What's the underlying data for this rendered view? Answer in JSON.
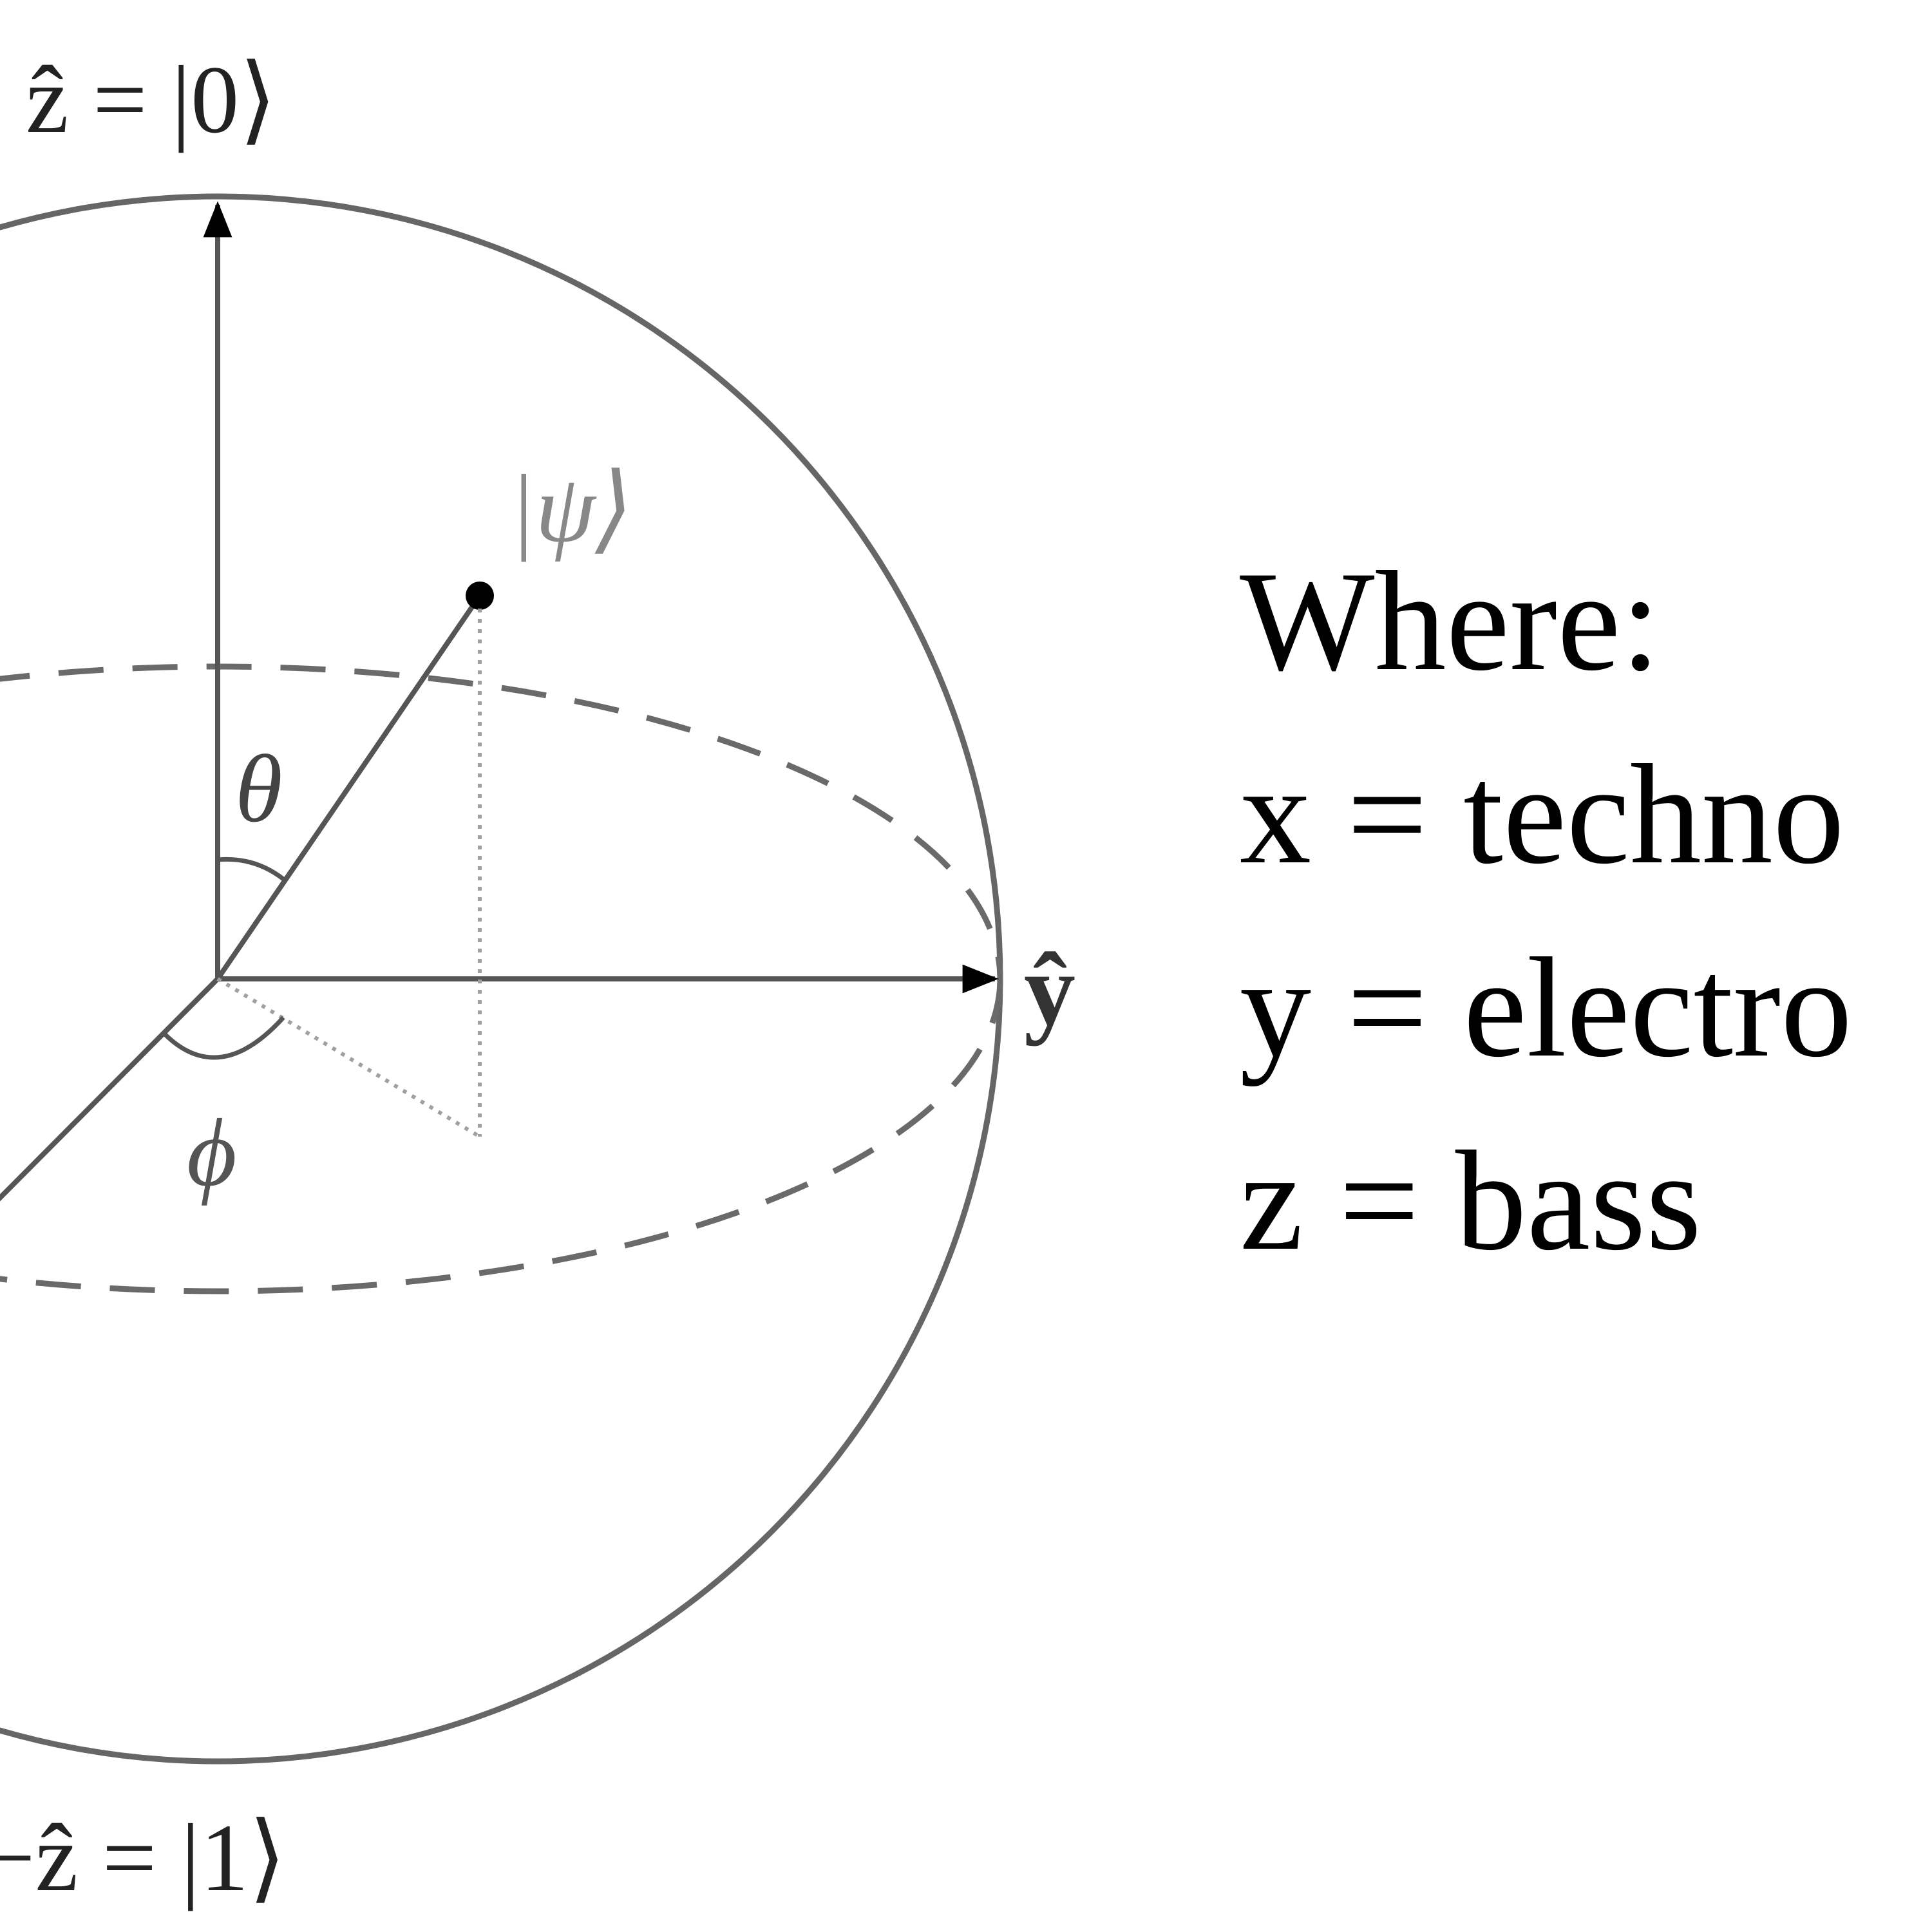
{
  "diagram": {
    "top_label": "ẑ = |0⟩",
    "bottom_label": "−ẑ = |1⟩",
    "y_label": "ŷ",
    "psi_label": "|ψ⟩",
    "theta_label": "θ",
    "phi_label": "ϕ"
  },
  "legend": {
    "title": "Where:",
    "items": [
      "x = techno",
      "y = electro",
      "z = bass"
    ]
  },
  "colors": {
    "stroke": "#666666",
    "arrow": "#000000",
    "text": "#000000",
    "faint": "#9a9a9a"
  }
}
